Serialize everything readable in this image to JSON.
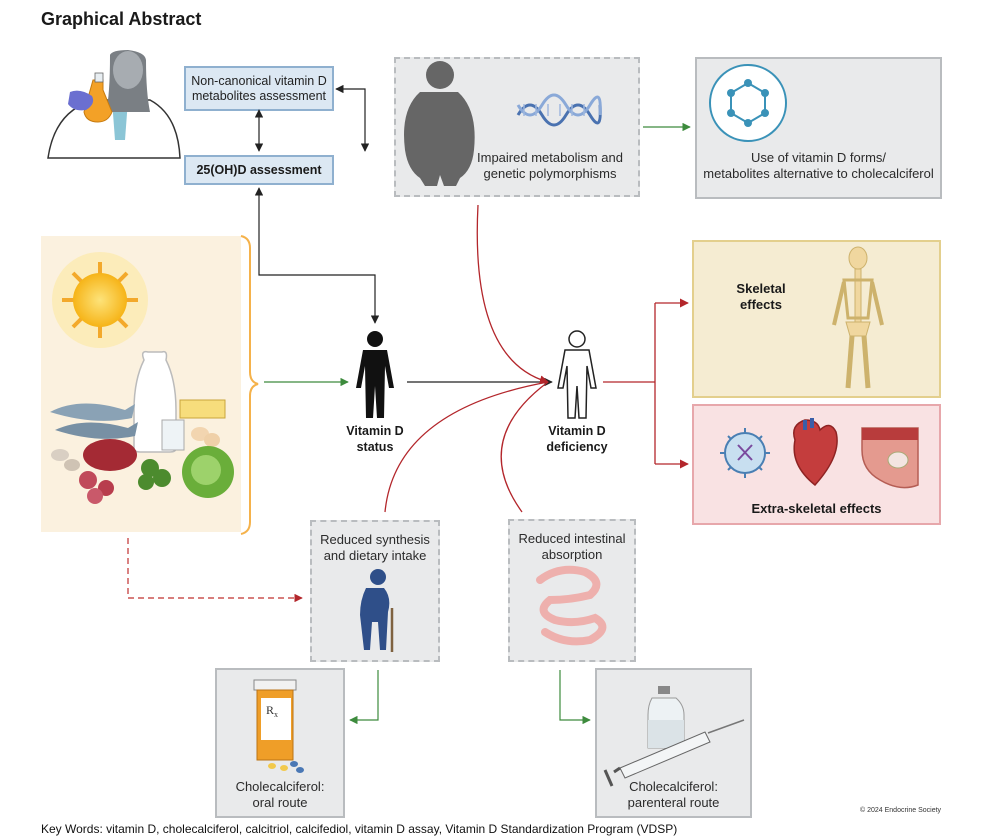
{
  "title": "Graphical Abstract",
  "boxes": {
    "noncanonical": "Non-canonical vitamin D\nmetabolites assessment",
    "ohd": "25(OH)D assessment",
    "impaired": "Impaired metabolism and\ngenetic polymorphisms",
    "forms": "Use of vitamin D forms/\nmetabolites alternative to cholecalciferol",
    "skeletal": "Skeletal\neffects",
    "extraskeletal": "Extra-skeletal effects",
    "synthesis": "Reduced synthesis\nand dietary intake",
    "intestinal": "Reduced intestinal\nabsorption",
    "oral": "Cholecalciferol:\noral route",
    "parenteral": "Cholecalciferol:\nparenteral route"
  },
  "figures": {
    "status": "Vitamin D\nstatus",
    "deficiency": "Vitamin D\ndeficiency"
  },
  "icons": [
    "scientist-icon",
    "obese-person-icon",
    "dna-icon",
    "molecule-icon",
    "sun-icon",
    "food-icon",
    "skeleton-icon",
    "virus-icon",
    "heart-icon",
    "tissue-icon",
    "elderly-person-icon",
    "intestine-icon",
    "pill-bottle-icon",
    "syringe-icon",
    "vial-icon"
  ],
  "copyright": "© 2024 Endocrine Society",
  "keywords": "Key Words: vitamin D, cholecalciferol, calcitriol, calcifediol, vitamin D assay, Vitamin D Standardization Program (VDSP)",
  "colors": {
    "blue_box": "#dce8f3",
    "grey_box": "#e9eaeb",
    "skeletal_box": "#f5ecd2",
    "extraskeletal_box": "#f9e2e3",
    "red_arrow": "#b3262b",
    "green_arrow": "#3d8b3d"
  }
}
